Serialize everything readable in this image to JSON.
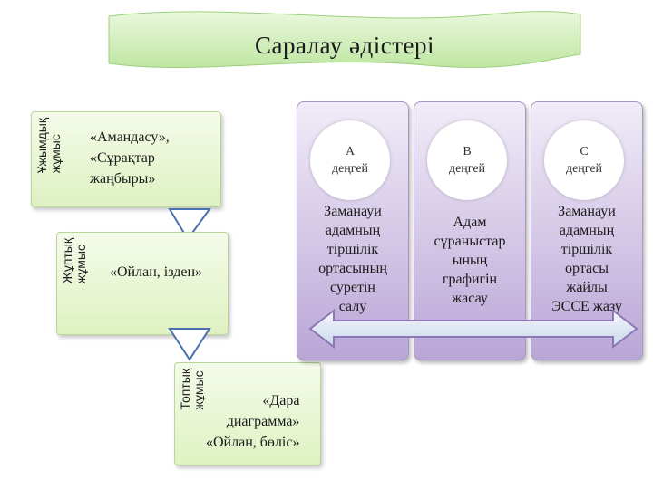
{
  "title": "Саралау әдістері",
  "stages": [
    {
      "tag": "Ұжымдық\nжұмыс",
      "text": "«Амандасу»,\n«Сұрақтар\nжаңбыры»"
    },
    {
      "tag": "Жұптық\nжұмыс",
      "text": "«Ойлан, ізден»"
    },
    {
      "tag": "Топтық\nжұмыс",
      "text": "«Дара\nдиаграмма»\n«Ойлан, бөліс»"
    }
  ],
  "levels": [
    {
      "label": "А",
      "sublabel": "деңгей",
      "text": "Заманауи\nадамның\nтіршілік\nортасының\nсуретін\nсалу"
    },
    {
      "label": "В",
      "sublabel": "деңгей",
      "text": "Адам\nсұраныстар\nының\nграфигін\nжасау"
    },
    {
      "label": "С",
      "sublabel": "деңгей",
      "text": "Заманауи\nадамның\nтіршілік\nортасы\nжайлы\nЭССЕ жазу"
    }
  ],
  "colors": {
    "banner_fill": "#c9ecb0",
    "stage_fill": "#dff1c2",
    "level_fill": "#c8b8e0",
    "triangle_stroke": "#4a6fb0",
    "arrow_fill": "#dfe7f4"
  }
}
